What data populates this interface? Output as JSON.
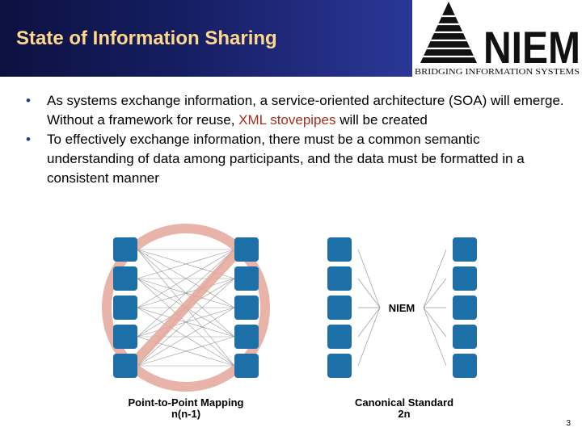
{
  "header": {
    "title": "State of Information Sharing",
    "background_color": "#161e63",
    "title_color": "#ffd88a"
  },
  "logo": {
    "wordmark": "NIEM",
    "tagline": "BRIDGING INFORMATION SYSTEMS"
  },
  "bullets": [
    {
      "pre": "As systems exchange information, a service-oriented architecture (SOA) will emerge. Without a framework for reuse, ",
      "highlight": "XML stovepipes",
      "post": " will be created"
    },
    {
      "pre": "To effectively exchange information, there must be a common semantic understanding of data among participants, and the data must be formatted in a consistent manner",
      "highlight": "",
      "post": ""
    }
  ],
  "highlight_color": "#a0301c",
  "diagram": {
    "left_caption": "Point-to-Point Mapping",
    "left_formula": "n(n-1)",
    "hub_label": "NIEM",
    "right_caption": "Canonical Standard",
    "right_formula": "2n",
    "node_color": "#1d6fa8",
    "prohibition_color": "#e4a79a"
  },
  "page_number": "3"
}
